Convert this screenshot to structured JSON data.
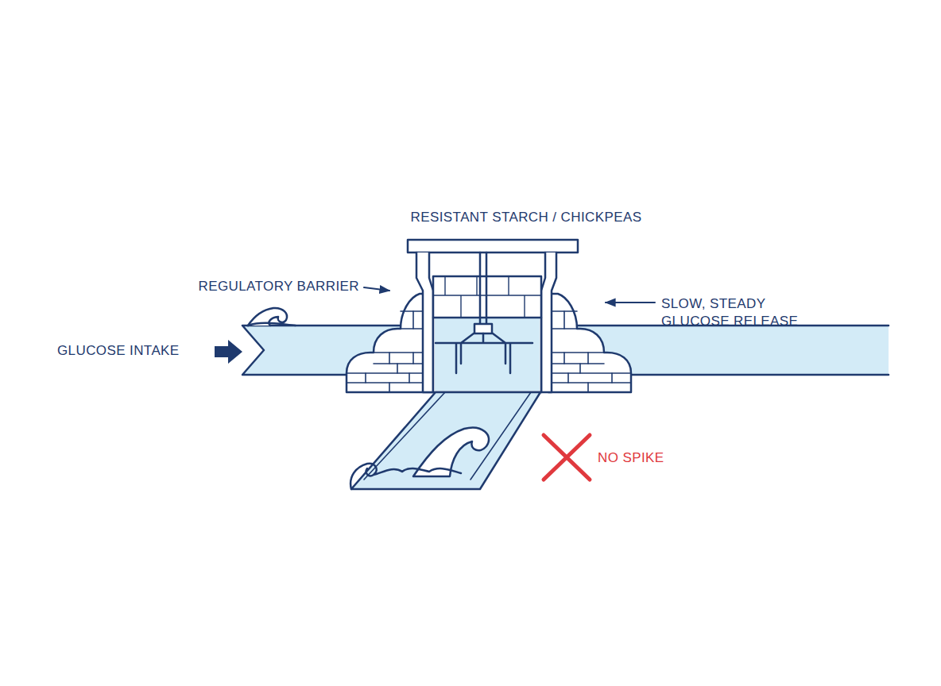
{
  "diagram": {
    "labels": [
      "RESISTANT STARCH / CHICKPEAS",
      "REGULATORY BARRIER",
      "SLOW, STEADY GLUCOSE RELEASE",
      "GLUCOSE INTAKE",
      "NO SPIKE"
    ]
  }
}
